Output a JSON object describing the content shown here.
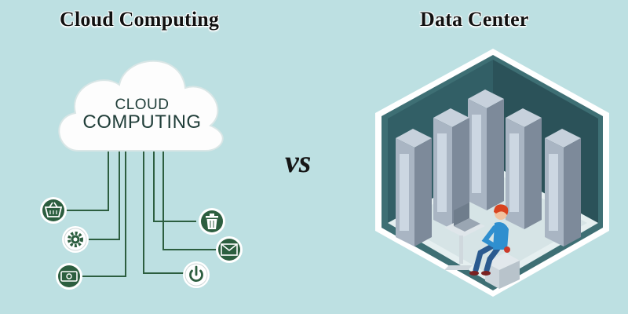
{
  "headings": {
    "left": "Cloud Computing",
    "right": "Data Center"
  },
  "vs_label": "vs",
  "cloud": {
    "line1": "CLOUD",
    "line2": "COMPUTING"
  },
  "icons": [
    "basket-icon",
    "gear-icon",
    "money-icon",
    "trash-icon",
    "mail-icon",
    "power-icon"
  ],
  "colors": {
    "background": "#bde0e2",
    "icon_green": "#2c5e3f",
    "room_teal": "#37646a",
    "rack_grey": "#8b97a6"
  }
}
